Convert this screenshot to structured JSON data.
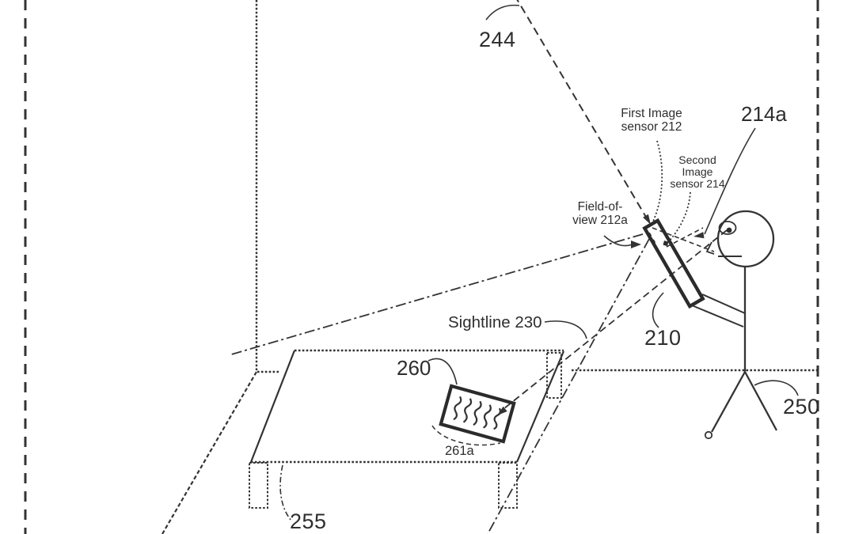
{
  "figure": {
    "kind": "patent-line-drawing",
    "ink_color": "#333333",
    "background_color": "#ffffff",
    "labels": {
      "ref244": "244",
      "first_sensor": [
        "First Image",
        "sensor 212"
      ],
      "second_sensor": [
        "Second",
        "Image",
        "sensor 214"
      ],
      "ref214a": "214a",
      "fov212a": [
        "Field-of-",
        "view 212a"
      ],
      "sightline230": "Sightline 230",
      "ref210": "210",
      "ref250": "250",
      "ref260": "260",
      "ref261a": "261a",
      "ref255": "255"
    }
  }
}
